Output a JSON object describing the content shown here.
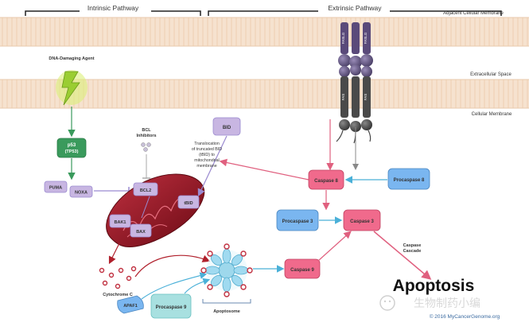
{
  "header": {
    "intrinsic": "Intrinsic Pathway",
    "extrinsic": "Extrinsic Pathway"
  },
  "labels": {
    "adjacent_membrane": "Adjacent Cellular Membrane",
    "extracellular": "Extracellular Space",
    "cellular_membrane": "Cellular Membrane",
    "dna_agent": "DNA-Damaging Agent",
    "bcl_inhibitors_1": "BCL",
    "bcl_inhibitors_2": "Inhibitors",
    "translocation_1": "Translocation",
    "translocation_2": "of truncated BID",
    "translocation_3": "(tBID) to",
    "translocation_4": "mitochondrial",
    "translocation_5": "membrane",
    "cytochrome": "Cytochrome C",
    "apoptosome": "Apoptosome",
    "caspase_cascade_1": "Caspase",
    "caspase_cascade_2": "Cascade",
    "apoptosis": "Apoptosis",
    "watermark_cn": "生物制药小编",
    "copyright": "© 2016 MyCancerGenome.org"
  },
  "nodes": {
    "p53": "p53",
    "p53_sub": "(TP53)",
    "puma": "PUMA",
    "noxa": "NOXA",
    "bcl2": "BCL2",
    "tbid": "tBID",
    "bak1": "BAK1",
    "bax": "BAX",
    "bid": "BID",
    "caspase8": "Caspase 8",
    "procaspase8": "Procaspase 8",
    "procaspase3": "Procaspase 3",
    "caspase3": "Caspase 3",
    "caspase9": "Caspase 9",
    "procaspase9": "Procaspase 9",
    "apaf1": "APAF1"
  },
  "receptors": {
    "faslg_a": "FASLG",
    "faslg_b": "FASLG",
    "fas_a": "FAS",
    "fas_b": "FAS"
  },
  "colors": {
    "membrane": "#f4dcc6",
    "green_box": "#3a9a5c",
    "purple_box": "#c8b6e2",
    "pink_box": "#f06a8c",
    "blue_box": "#7ab6f0",
    "teal_box": "#a8e0e0",
    "arrow_pink": "#e0607f",
    "arrow_blue": "#4ab0d8"
  }
}
